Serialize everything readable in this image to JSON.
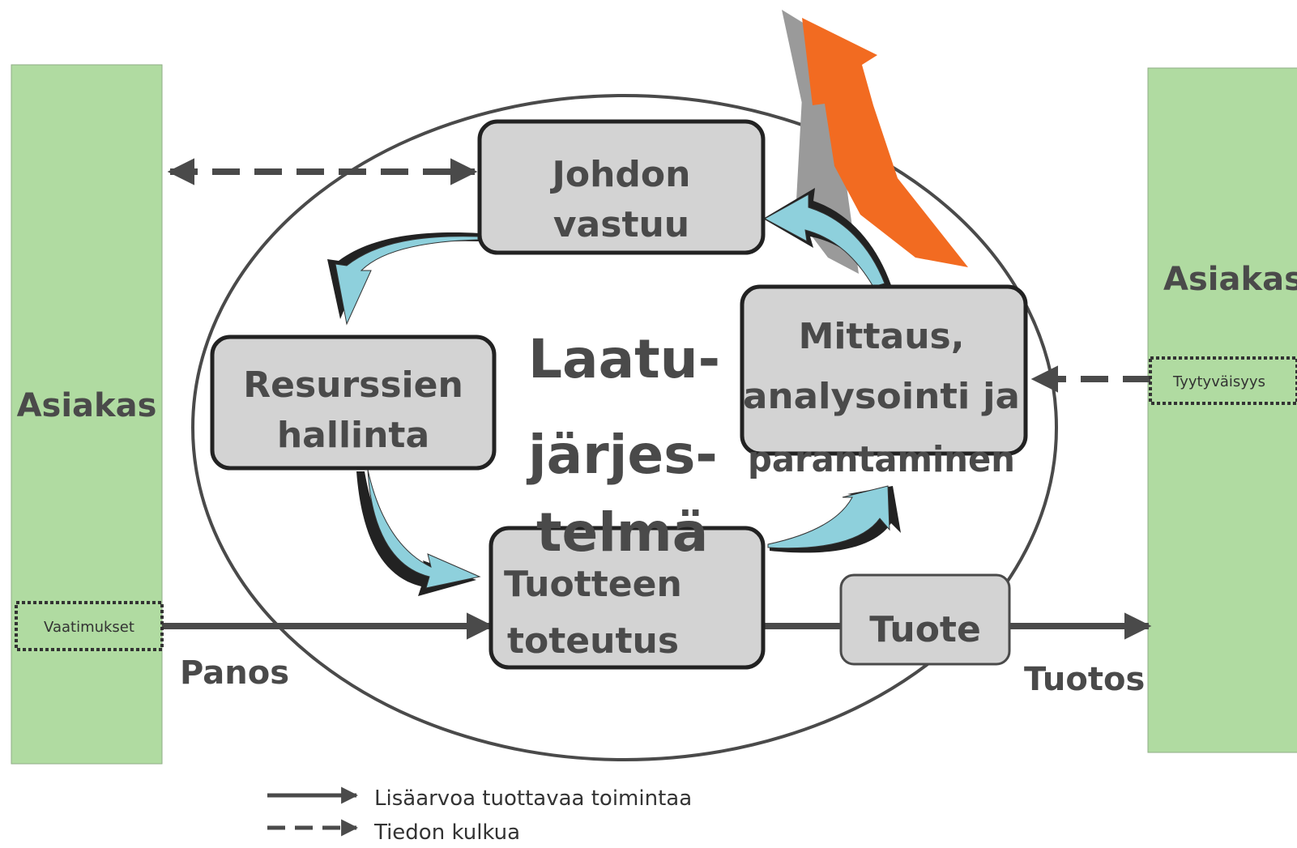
{
  "colors": {
    "customer_fill": "#b0dba1",
    "box_fill": "#d3d3d3",
    "text": "#4a4a4a",
    "arrow": "#4a4a4a",
    "cycle_arrow": "#8ed0dc",
    "improvement_arrow": "#f26b21"
  },
  "left_customer": {
    "label": "Asiakas",
    "requirements": "Vaatimukset"
  },
  "right_customer": {
    "label": "Asiakas",
    "satisfaction": "Tyytyväisyys"
  },
  "center_label": {
    "line1": "Laatu-",
    "line2": "järjes-",
    "line3": "telmä"
  },
  "boxes": {
    "management": {
      "line1": "Johdon",
      "line2": "vastuu"
    },
    "resources": {
      "line1": "Resurssien",
      "line2": "hallinta"
    },
    "measurement": {
      "line1": "Mittaus,",
      "line2": "analysointi ja",
      "line3": "parantaminen"
    },
    "realization": {
      "line1": "Tuotteen",
      "line2": "toteutus"
    },
    "product": {
      "label": "Tuote"
    }
  },
  "flow_labels": {
    "input": "Panos",
    "output": "Tuotos"
  },
  "legend": [
    {
      "style": "solid",
      "label": "Lisäarvoa tuottavaa toimintaa"
    },
    {
      "style": "dashed",
      "label": "Tiedon kulkua"
    }
  ]
}
